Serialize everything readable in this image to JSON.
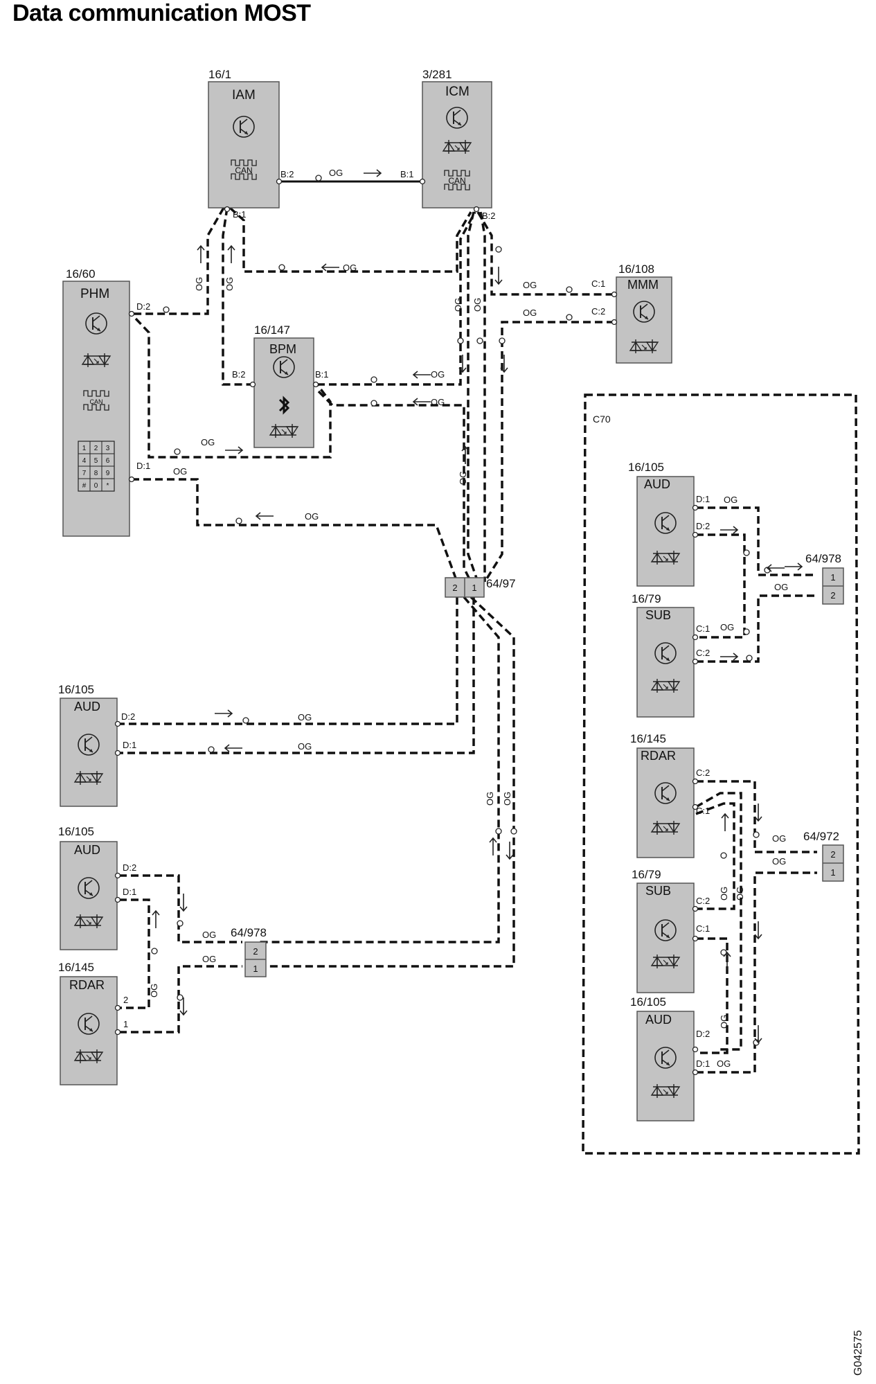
{
  "title": "Data communication MOST",
  "document_id": "G042575",
  "region_label": "C70",
  "wire_color": "OG",
  "modules": [
    {
      "id": "iam",
      "ref": "16/1",
      "name": "IAM",
      "icons": [
        "transistor",
        "can"
      ]
    },
    {
      "id": "icm",
      "ref": "3/281",
      "name": "ICM",
      "icons": [
        "transistor",
        "optical",
        "can"
      ]
    },
    {
      "id": "phm",
      "ref": "16/60",
      "name": "PHM",
      "icons": [
        "transistor",
        "optical",
        "can",
        "keypad"
      ]
    },
    {
      "id": "bpm",
      "ref": "16/147",
      "name": "BPM",
      "icons": [
        "transistor",
        "bluetooth",
        "optical"
      ]
    },
    {
      "id": "mmm",
      "ref": "16/108",
      "name": "MMM",
      "icons": [
        "transistor",
        "optical"
      ]
    },
    {
      "id": "aud1",
      "ref": "16/105",
      "name": "AUD",
      "icons": [
        "transistor",
        "optical"
      ]
    },
    {
      "id": "aud2",
      "ref": "16/105",
      "name": "AUD",
      "icons": [
        "transistor",
        "optical"
      ]
    },
    {
      "id": "rdar1",
      "ref": "16/145",
      "name": "RDAR",
      "icons": [
        "transistor",
        "optical"
      ]
    },
    {
      "id": "c70aud1",
      "ref": "16/105",
      "name": "AUD",
      "icons": [
        "transistor",
        "optical"
      ]
    },
    {
      "id": "c70sub1",
      "ref": "16/79",
      "name": "SUB",
      "icons": [
        "transistor",
        "optical"
      ]
    },
    {
      "id": "c70rdar",
      "ref": "16/145",
      "name": "RDAR",
      "icons": [
        "transistor",
        "optical"
      ]
    },
    {
      "id": "c70sub2",
      "ref": "16/79",
      "name": "SUB",
      "icons": [
        "transistor",
        "optical"
      ]
    },
    {
      "id": "c70aud2",
      "ref": "16/105",
      "name": "AUD",
      "icons": [
        "transistor",
        "optical"
      ]
    }
  ],
  "connectors": [
    {
      "id": "c6497",
      "ref": "64/97",
      "pins": [
        "2",
        "1"
      ]
    },
    {
      "id": "c64978a",
      "ref": "64/978",
      "pins": [
        "2",
        "1"
      ]
    },
    {
      "id": "c64978b",
      "ref": "64/978",
      "pins": [
        "1",
        "2"
      ]
    },
    {
      "id": "c64972",
      "ref": "64/972",
      "pins": [
        "2",
        "1"
      ]
    }
  ],
  "pins": {
    "iam_b2": "B:2",
    "iam_b1": "B:1",
    "icm_b1": "B:1",
    "icm_b2": "B:2",
    "phm_d2": "D:2",
    "phm_d1": "D:1",
    "bpm_b2": "B:2",
    "bpm_b1": "B:1",
    "mmm_c1": "C:1",
    "mmm_c2": "C:2",
    "aud1_d2": "D:2",
    "aud1_d1": "D:1",
    "aud2_d2": "D:2",
    "aud2_d1": "D:1",
    "rdar1_2": "2",
    "rdar1_1": "1",
    "c70aud1_d1": "D:1",
    "c70aud1_d2": "D:2",
    "c70sub1_c1": "C:1",
    "c70sub1_c2": "C:2",
    "c70rdar_c2": "C:2",
    "c70rdar_c1": "C:1",
    "c70sub2_c2": "C:2",
    "c70sub2_c1": "C:1",
    "c70aud2_d2": "D:2",
    "c70aud2_d1": "D:1"
  },
  "keypad_keys": [
    "1",
    "2",
    "3",
    "4",
    "5",
    "6",
    "7",
    "8",
    "9",
    "#",
    "0",
    "*"
  ],
  "can_label": "CAN"
}
